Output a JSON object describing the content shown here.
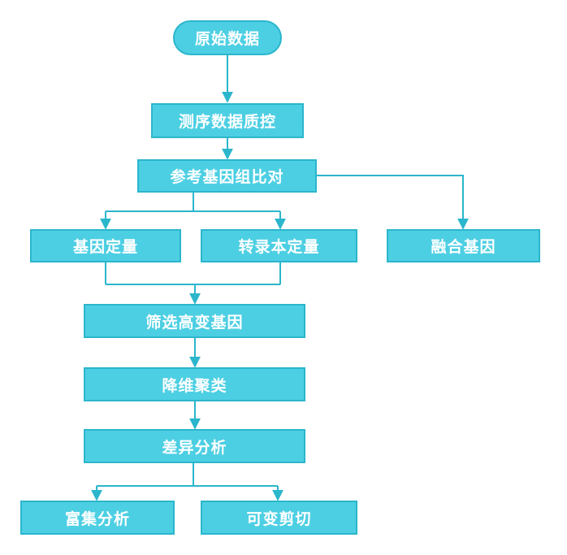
{
  "nodes": {
    "raw_data": "原始数据",
    "seq_qc": "测序数据质控",
    "ref_align": "参考基因组比对",
    "gene_quant": "基因定量",
    "transcript_quant": "转录本定量",
    "fusion_gene": "融合基因",
    "hvg_filter": "筛选高变基因",
    "dim_reduce_cluster": "降维聚类",
    "diff_analysis": "差异分析",
    "enrichment_analysis": "富集分析",
    "alt_splicing": "可变剪切"
  },
  "colors": {
    "box_fill": "#4dcfe3",
    "box_border": "#2bb6cc",
    "connector": "#2bb6cc",
    "text": "#ffffff"
  }
}
